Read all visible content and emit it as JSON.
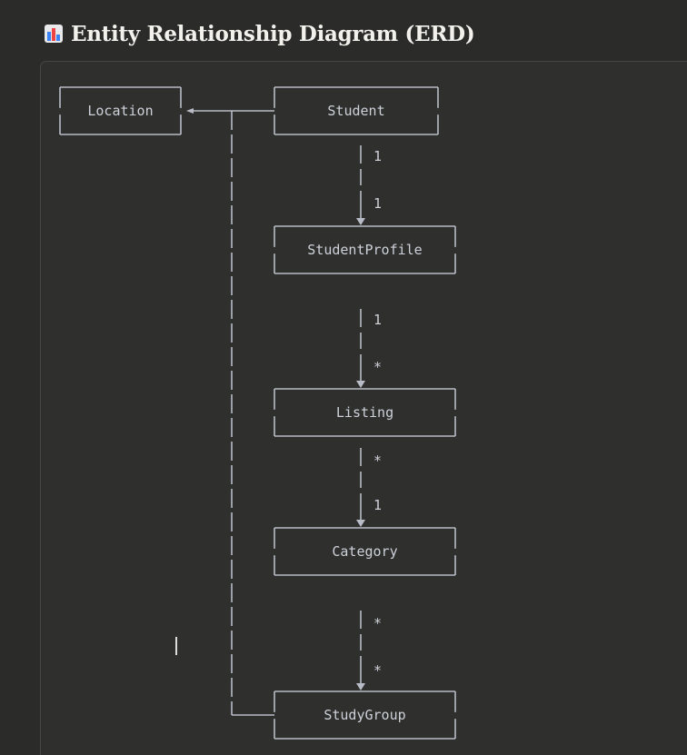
{
  "heading": {
    "icon": "bar-chart-icon",
    "title": "Entity Relationship Diagram (ERD)"
  },
  "colors": {
    "background": "#2b2b2a",
    "block": "#2f2f2d",
    "line": "#b8bcc6",
    "text": "#cdd1d9"
  },
  "entities": [
    {
      "id": "location",
      "label": "Location"
    },
    {
      "id": "student",
      "label": "Student"
    },
    {
      "id": "student-profile",
      "label": "StudentProfile"
    },
    {
      "id": "listing",
      "label": "Listing"
    },
    {
      "id": "category",
      "label": "Category"
    },
    {
      "id": "study-group",
      "label": "StudyGroup"
    }
  ],
  "relations": [
    {
      "from": "Student",
      "to": "StudentProfile",
      "from_card": "1",
      "to_card": "1"
    },
    {
      "from": "StudentProfile",
      "to": "Listing",
      "from_card": "1",
      "to_card": "*"
    },
    {
      "from": "Listing",
      "to": "Category",
      "from_card": "*",
      "to_card": "1"
    },
    {
      "from": "Category",
      "to": "StudyGroup",
      "from_card": "*",
      "to_card": "*"
    },
    {
      "from": "Student",
      "to": "Location",
      "from_card": "",
      "to_card": ""
    },
    {
      "from": "StudyGroup",
      "to": "Location",
      "from_card": "",
      "to_card": ""
    }
  ]
}
